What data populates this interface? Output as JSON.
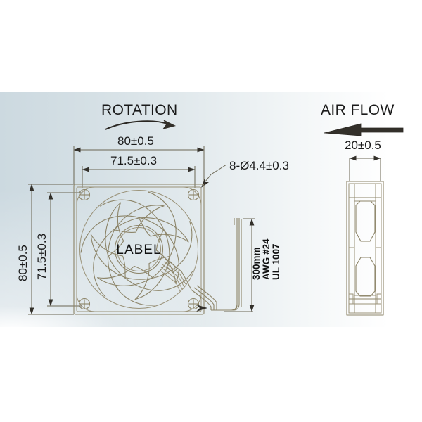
{
  "drawing": {
    "title_rotation": "ROTATION",
    "title_airflow": "AIR FLOW",
    "hub_label": "LABEL",
    "front_view": {
      "width_outer": "80±0.5",
      "width_inner": "71.5±0.3",
      "height_outer": "80±0.5",
      "height_inner": "71.5±0.3",
      "hole_callout": "8-Ø4.4±0.3"
    },
    "side_view": {
      "thickness": "20±0.5"
    },
    "wire_spec": {
      "line1": "UL 1007",
      "line2": "AWG #24",
      "line3": "300mm"
    },
    "colors": {
      "background_tint": "#ccd9e0",
      "line": "#8c8468",
      "dimension_line": "#6a6552",
      "text": "#1a1a1a"
    }
  }
}
